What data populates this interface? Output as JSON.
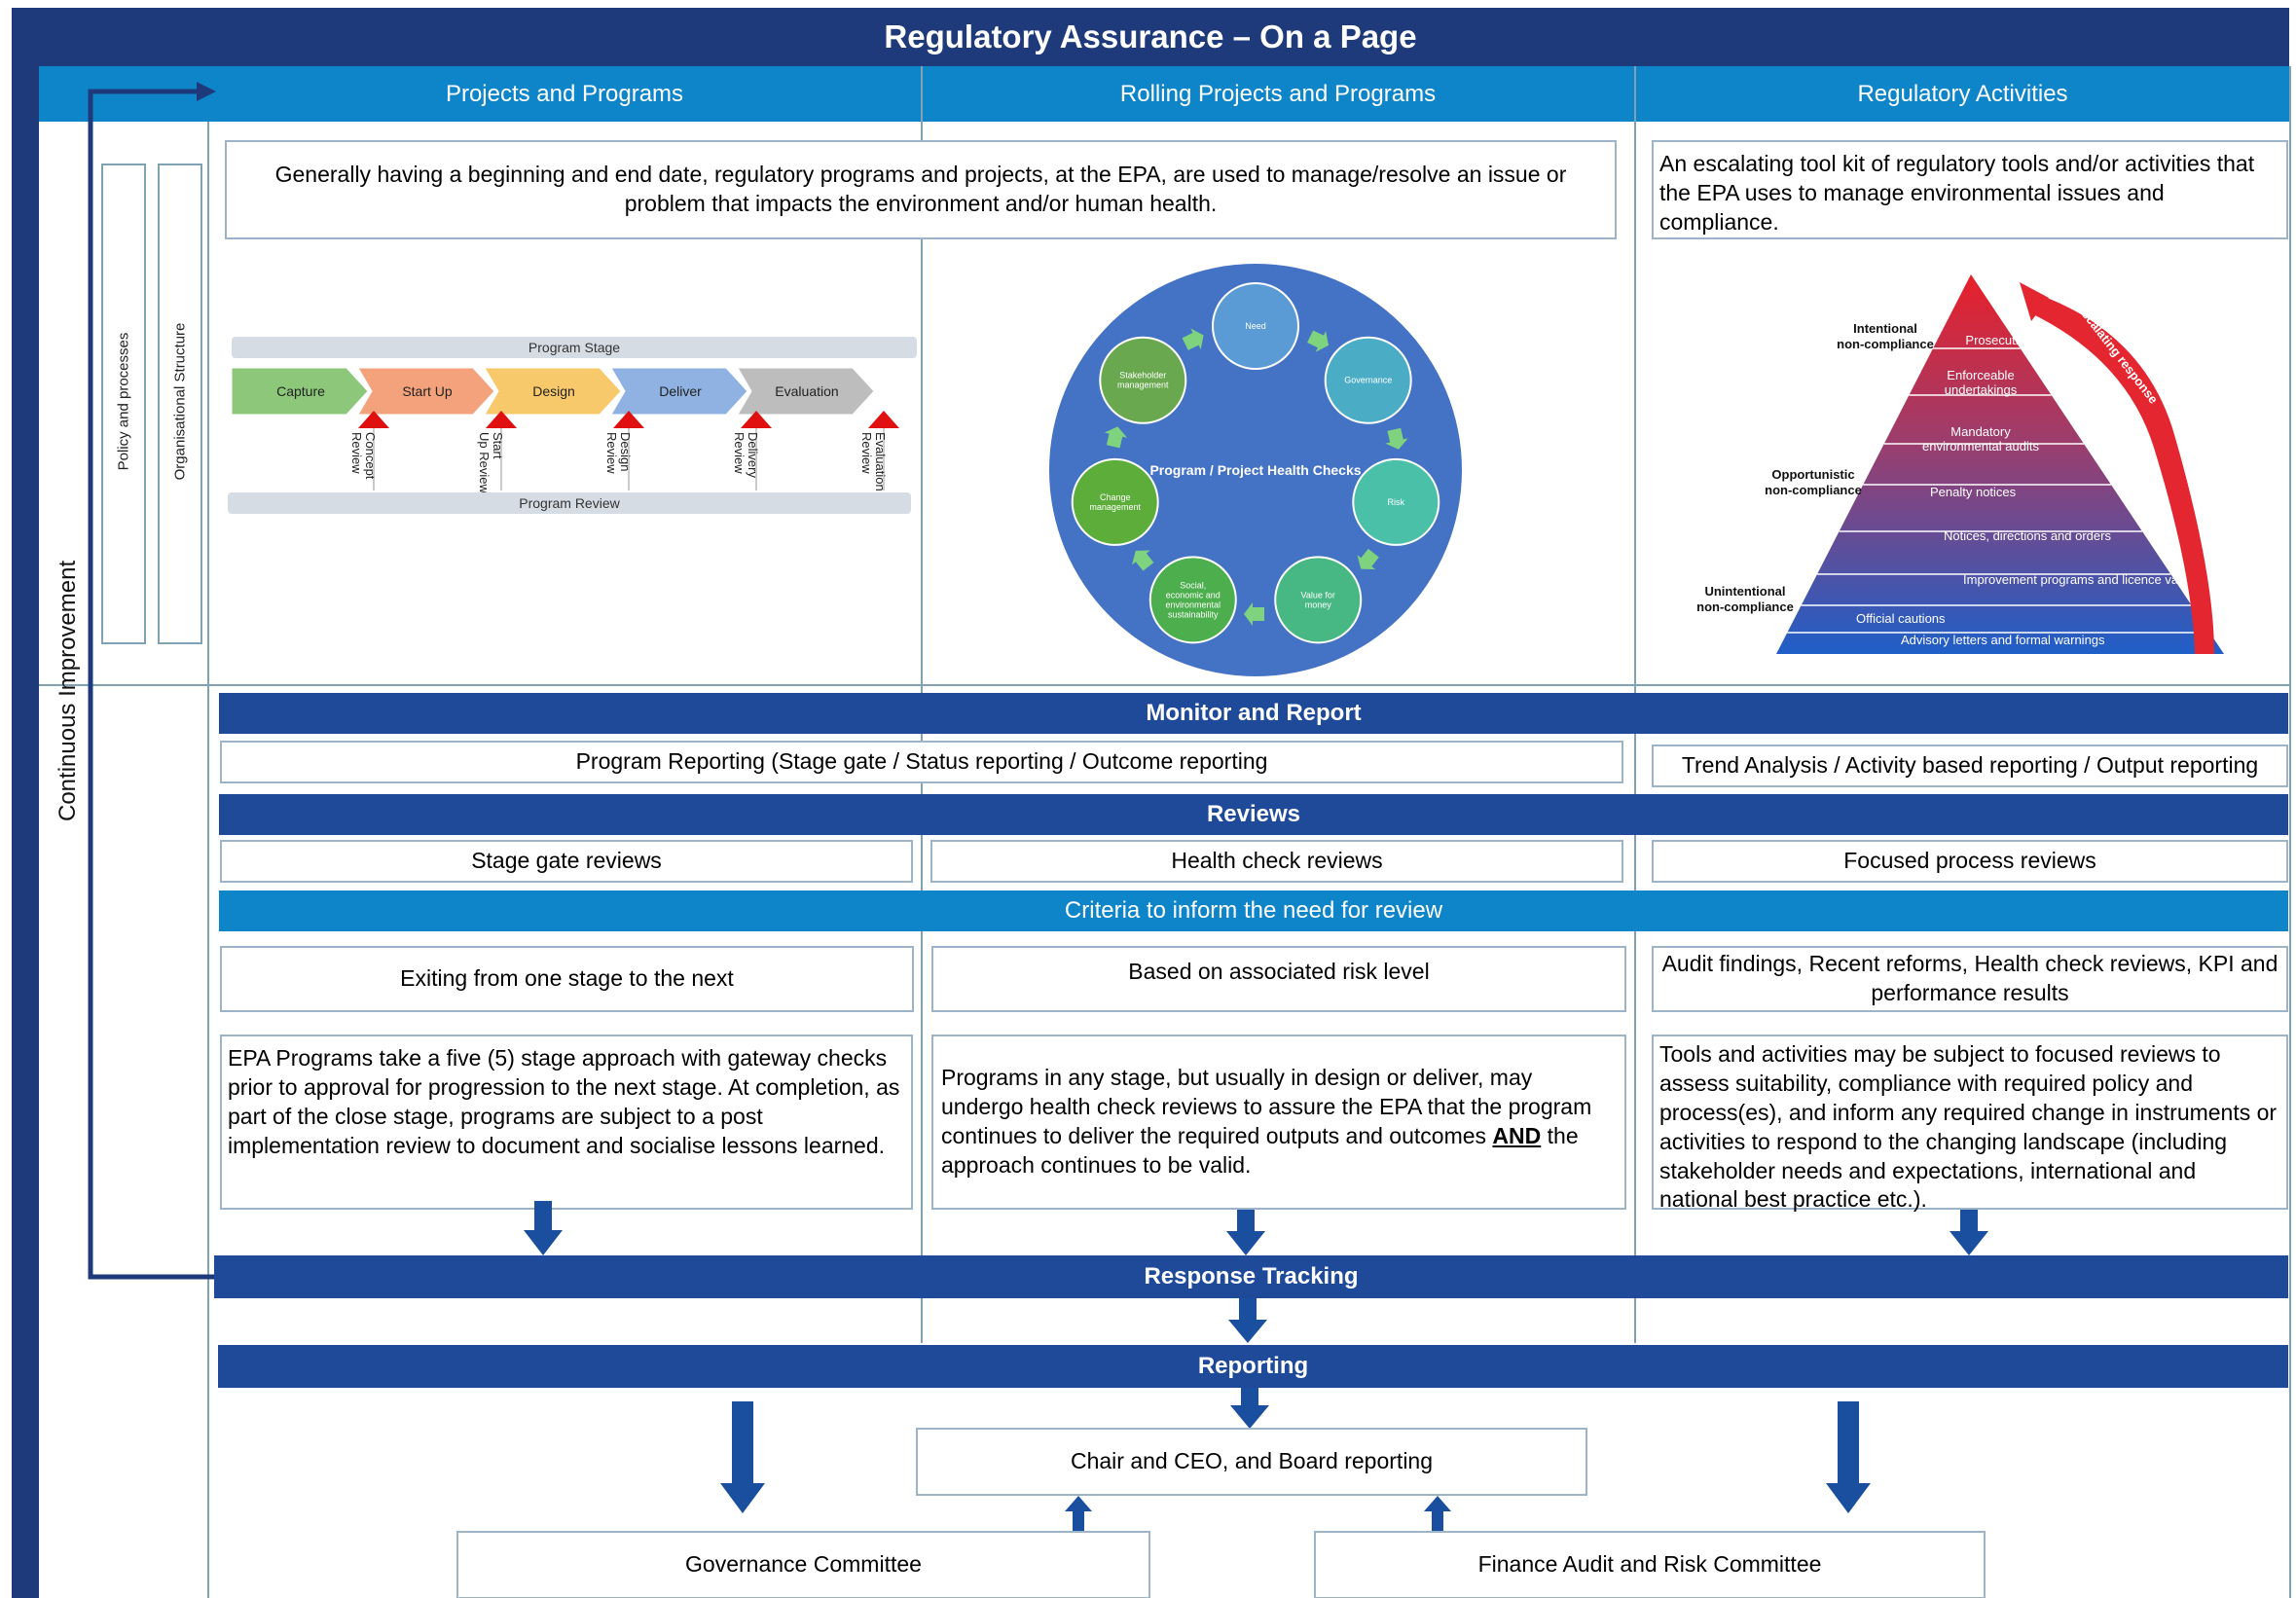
{
  "title": "Regulatory Assurance – On a Page",
  "columns": [
    "Projects and Programs",
    "Rolling Projects and Programs",
    "Regulatory Activities"
  ],
  "side": {
    "continuous_improvement": "Continuous Improvement",
    "policy": "Policy and processes",
    "org_structure": "Organisational Structure"
  },
  "descriptions": {
    "programs": "Generally having a beginning and end date, regulatory programs and projects, at the EPA, are used to manage/resolve an issue or problem that impacts the environment and/or human health.",
    "regulatory": "An escalating tool kit of regulatory tools and/or activities that the EPA uses to manage environmental issues and compliance."
  },
  "stage_diagram": {
    "top_label": "Program Stage",
    "bottom_label": "Program Review",
    "stages": [
      "Capture",
      "Start Up",
      "Design",
      "Deliver",
      "Evaluation"
    ],
    "stage_colors": [
      "#8CC77A",
      "#F4A27C",
      "#F8C96B",
      "#8FB2E2",
      "#BDBDBD"
    ],
    "reviews": [
      "Concept Review",
      "Start Up Review",
      "Design Review",
      "Delivery Review",
      "Evaluation Review"
    ]
  },
  "health_check": {
    "center_label": "Program / Project Health Checks",
    "nodes": [
      "Need",
      "Governance",
      "Risk",
      "Value for money",
      "Social, economic and environmental sustainability",
      "Change management",
      "Stakeholder management"
    ]
  },
  "pyramid": {
    "levels": [
      "Prosecutions",
      "Enforceable undertakings",
      "Mandatory environmental audits",
      "Penalty notices",
      "Notices, directions and orders",
      "Improvement programs and licence variations",
      "Official cautions",
      "Advisory letters and formal warnings"
    ],
    "side_labels": [
      "Intentional non-compliance",
      "Opportunistic non-compliance",
      "Unintentional non-compliance"
    ],
    "arrow_label": "Escalating response"
  },
  "monitor": {
    "title": "Monitor and Report",
    "programs": "Program Reporting (Stage gate / Status reporting / Outcome reporting",
    "regulatory": "Trend Analysis / Activity based reporting / Output reporting"
  },
  "reviews": {
    "title": "Reviews",
    "items": [
      "Stage gate reviews",
      "Health check reviews",
      "Focused process reviews"
    ]
  },
  "criteria": {
    "title": "Criteria to inform the need for review",
    "items": [
      "Exiting from one stage to the next",
      "Based on associated risk level",
      "Audit findings, Recent reforms, Health check reviews, KPI and performance results"
    ]
  },
  "details": {
    "programs": "EPA Programs take a five (5) stage approach with gateway checks prior to approval for progression to the next stage. At completion, as part of the close stage, programs are subject to a post implementation review to document and socialise lessons learned.",
    "rolling_pre": "Programs in any stage, but usually in design or deliver, may undergo health check reviews to assure the EPA that the program continues to deliver the required outputs and outcomes ",
    "rolling_bold": "AND",
    "rolling_post": "  the approach continues to be valid.",
    "regulatory": "Tools and activities may be subject to focused reviews to assess suitability, compliance with required policy and process(es), and inform any required change in instruments or activities to respond to the changing landscape (including stakeholder needs and expectations, international and national best practice etc.)."
  },
  "response_tracking": "Response Tracking",
  "reporting": "Reporting",
  "chair": "Chair and CEO, and Board reporting",
  "governance": "Governance Committee",
  "farc": "Finance Audit and Risk Committee",
  "colors": {
    "navy": "#1F3A7A",
    "band": "#1F4A99",
    "accent": "#0F85C9",
    "arrow": "#1A4E9E"
  }
}
